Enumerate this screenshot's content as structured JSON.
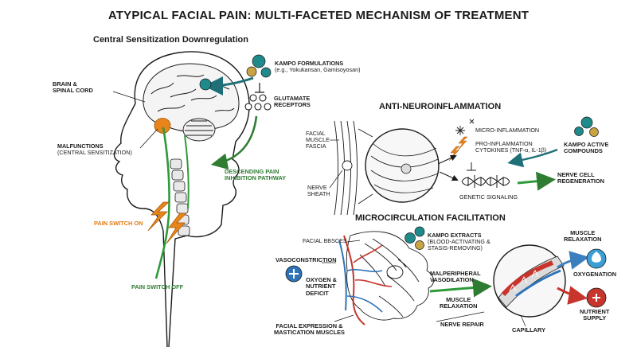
{
  "title": "ATYPICAL FACIAL PAIN: MULTI-FACETED MECHANISM OF TREATMENT",
  "central": {
    "heading": "Central Sensitization Downregulation",
    "brain_label_1": "BRAIN &",
    "brain_label_2": "SPINAL CORD",
    "malf_1": "MALFUNCTIONS",
    "malf_2": "(CENTRAL SENSITIZATION)",
    "kampo_1": "KAMPO FORMULATIONS",
    "kampo_2": "(e.g., Yokukansan, Gamisoyosan)",
    "glut_1": "GLUTAMATE",
    "glut_2": "RECEPTORS",
    "desc_1": "DESCENDING PAIN",
    "desc_2": "INHIBITION PATHWAY",
    "pain_on": "PAIN SWITCH ON",
    "pain_off": "PAIN SWITCH OFF"
  },
  "anti": {
    "heading": "ANTI-NEUROINFLAMMATION",
    "fascia_1": "FACIAL",
    "fascia_2": "MUSCLE",
    "fascia_3": "FASCIA",
    "sheath_1": "NERVE",
    "sheath_2": "SHEATH",
    "micro_infl": "MICRO-INFLAMMATION",
    "pro_1": "PRO-INFLAMMATION",
    "pro_2": "CYTOKINES (TNF-α, IL-1β)",
    "genetic": "GENETIC SIGNALING",
    "kampo_active_1": "KAMPO ACTIVE",
    "kampo_active_2": "COMPOUNDS",
    "regen_1": "NERVE CELL",
    "regen_2": "REGENERATION"
  },
  "micro": {
    "heading": "MICROCIRCULATION FACILITATION",
    "facial_vessels": "FACIAL BBSCES",
    "vasoconstriction": "VASOCONSTRICTION",
    "deficit_1": "OXYGEN &",
    "deficit_2": "NUTRIENT",
    "deficit_3": "DEFICIT",
    "expr_1": "FACIAL EXPRESSION &",
    "expr_2": "MASTICATION MUSCLES",
    "extracts_1": "KAMPO EXTRACTS",
    "extracts_2": "(BLOOD-ACTIVATING &",
    "extracts_3": "STASIS-REMOVING)",
    "malper_1": "MALPERIPHERAL",
    "malper_2": "VASODILATION",
    "muscle_relax_1": "MUSCLE",
    "muscle_relax_2": "RELAXATION",
    "nerve_repair": "NERVE REPAIR",
    "capillary": "CAPILLARY",
    "mr_top_1": "MUSCLE",
    "mr_top_2": "RELAXATION",
    "oxygenation": "OXYGENATION",
    "nutrient_1": "NUTRIENT",
    "nutrient_2": "SUPPLY"
  },
  "colors": {
    "teal": "#1f8a8a",
    "olive": "#c9a443",
    "green": "#2f7d32",
    "orange": "#e8851a",
    "blue": "#2f73b8",
    "red": "#c8352c",
    "ink": "#1a1a1a"
  }
}
